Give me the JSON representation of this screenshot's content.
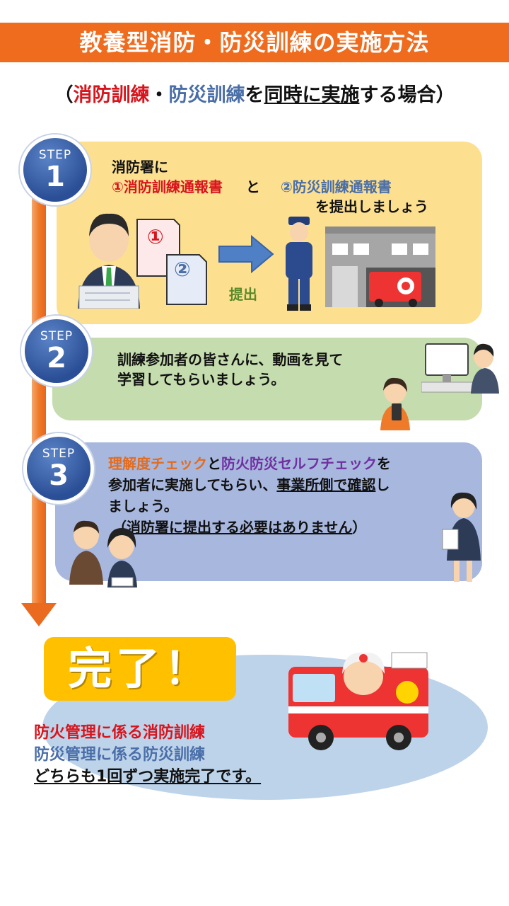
{
  "title": "教養型消防・防災訓練の実施方法",
  "subtitle": {
    "open": "（",
    "fire": "消防訓練",
    "dot": "・",
    "disaster": "防災訓練",
    "wo": "を",
    "simul": "同時に実施",
    "rest": "する場合）"
  },
  "steps": [
    {
      "label": "STEP",
      "num": "1",
      "line1": "消防署に",
      "report1": "①消防訓練通報書",
      "and": "と",
      "report2": "②防災訓練通報書",
      "line3": "を提出しましょう",
      "doc1": "①",
      "doc2": "②",
      "submit": "提出"
    },
    {
      "label": "STEP",
      "num": "2",
      "line1": "訓練参加者の皆さんに、動画を見て",
      "line2": "学習してもらいましょう。"
    },
    {
      "label": "STEP",
      "num": "3",
      "check1": "理解度チェック",
      "to": "と",
      "check2": "防火防災セルフチェック",
      "wo": "を",
      "line2a": "参加者に実施してもらい、",
      "line2b": "事業所側で確認",
      "line2c": "し",
      "line3": "ましょう。",
      "note_open": "（",
      "note": "消防署に提出する必要はありません",
      "note_close": "）"
    }
  ],
  "done": "完了！",
  "final": {
    "line1": "防火管理に係る消防訓練",
    "line2": "防災管理に係る防災訓練",
    "line3": "どちらも1回ずつ実施完了です。"
  },
  "colors": {
    "header": "#ef6c1e",
    "accent_red": "#d8141c",
    "accent_blue": "#4a6ea8",
    "step1_bg": "#fde08f",
    "step2_bg": "#c5dcae",
    "step3_bg": "#a7b7de",
    "done_bg": "#ffc000"
  }
}
